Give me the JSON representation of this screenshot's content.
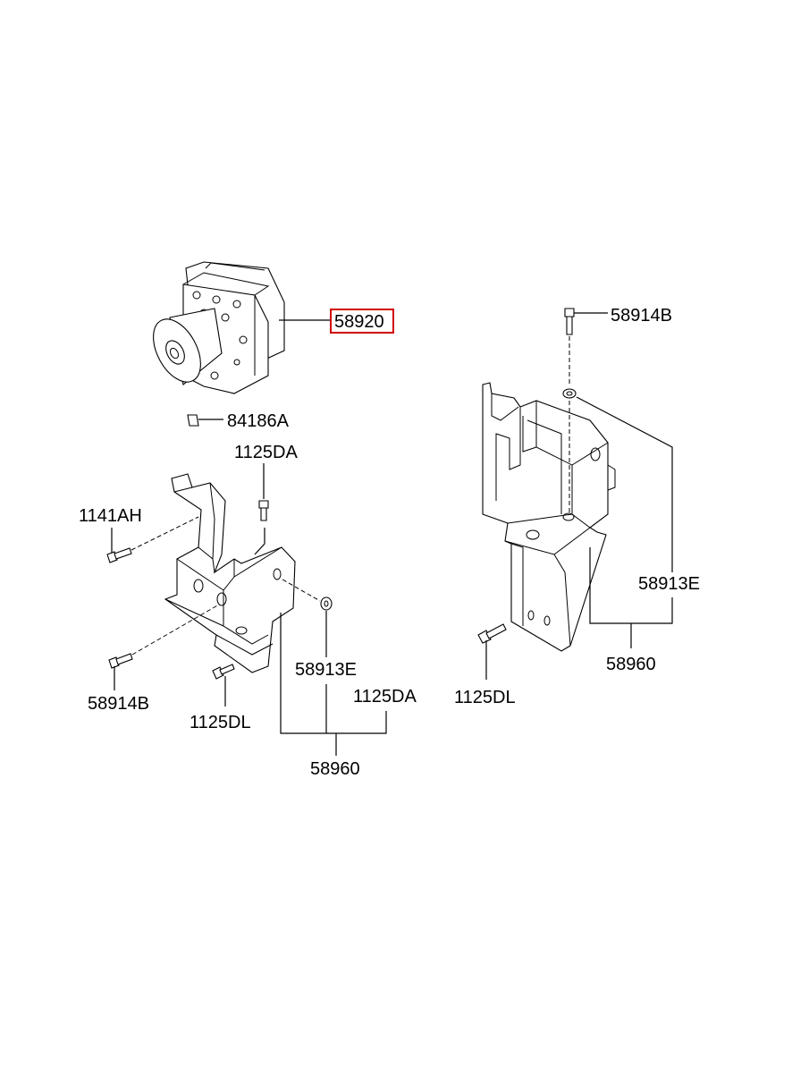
{
  "labels": {
    "hecu": "58920",
    "connector": "84186A",
    "bolt_top_left": "1125DA",
    "bolt_left": "1141AH",
    "bolt_bottom_left": "58914B",
    "bolt_bottom_mid": "1125DL",
    "washer_left": "58913E",
    "bolt_right_left": "1125DA",
    "bracket_left": "58960",
    "bolt_top_right": "58914B",
    "washer_right": "58913E",
    "bracket_right": "58960",
    "bolt_bottom_right": "1125DL"
  },
  "colors": {
    "highlight": "#d10000",
    "line": "#000000"
  }
}
